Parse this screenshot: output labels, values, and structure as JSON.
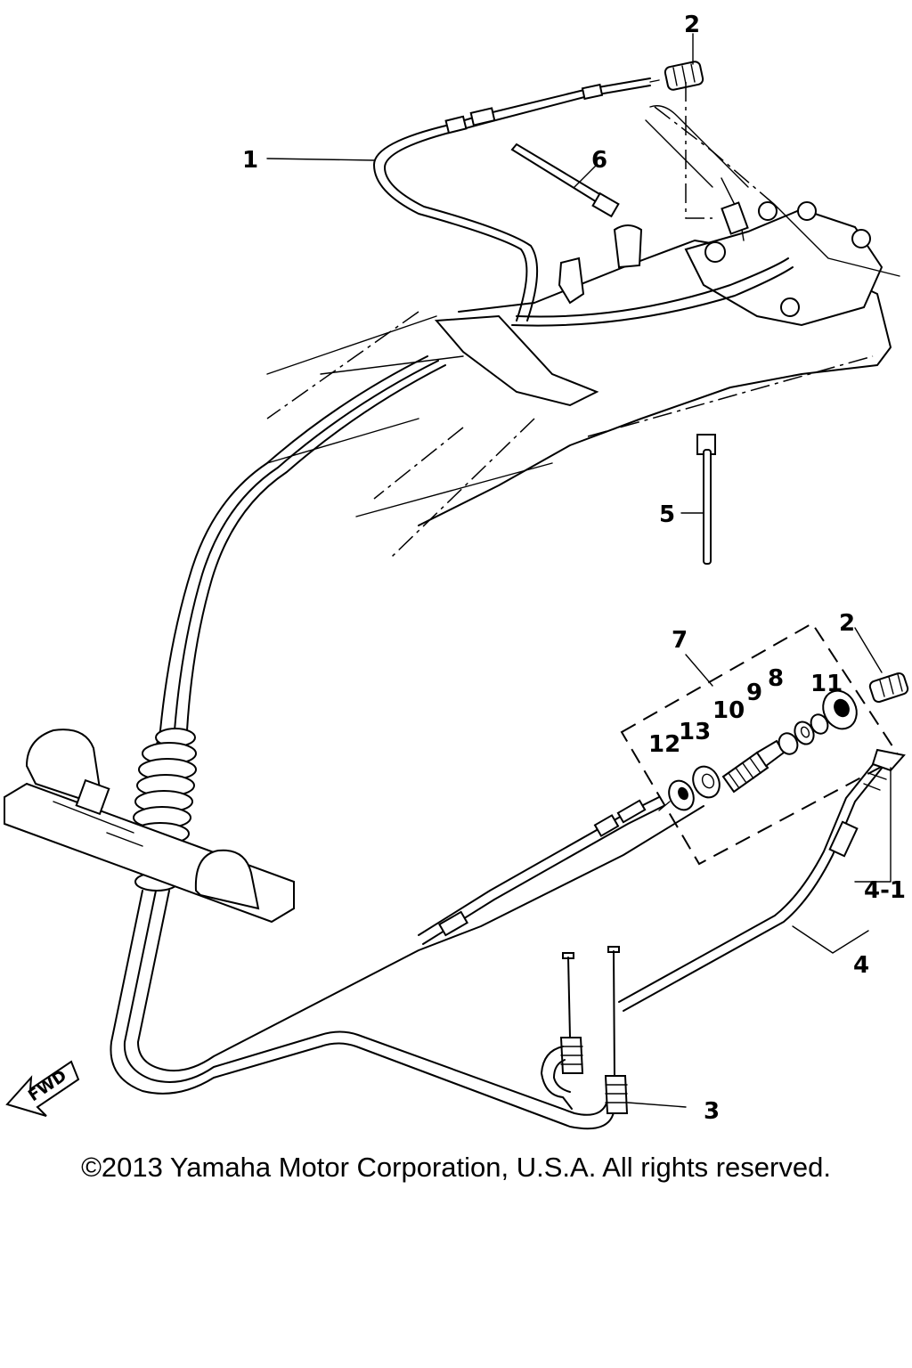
{
  "callouts": {
    "c1": "1",
    "c2a": "2",
    "c2b": "2",
    "c3": "3",
    "c4": "4",
    "c4_1": "4-1",
    "c5": "5",
    "c6": "6",
    "c7": "7",
    "c8": "8",
    "c9": "9",
    "c10": "10",
    "c11": "11",
    "c12": "12",
    "c13": "13"
  },
  "fwd_label": "FWD",
  "copyright": "©2013 Yamaha Motor Corporation, U.S.A. All rights reserved."
}
